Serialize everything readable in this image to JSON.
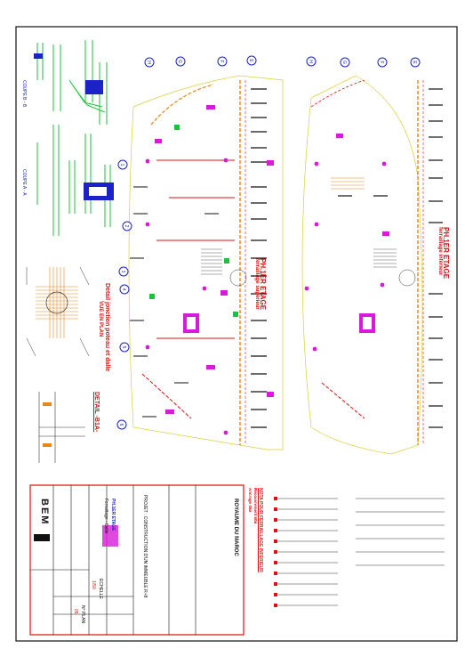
{
  "drawing": {
    "views": [
      {
        "title": "PH.1ER ETAGE",
        "subtitle": "ferraillage supérieur"
      },
      {
        "title": "PH.1ER ETAGE",
        "subtitle": "ferraillage inférieur"
      }
    ],
    "detail_junction": {
      "title": "Detail jonction poteau et dalle",
      "subtitle": "VUE EN PLAN"
    },
    "detail_ref": "DETAIL -B1A-",
    "section_labels": [
      "COUPE B - B",
      "COUPE A - A"
    ],
    "axis_tags": [
      "H",
      "G",
      "F",
      "E",
      "D",
      "C",
      "B",
      "A",
      "1",
      "2",
      "3",
      "4",
      "5",
      "6",
      "7"
    ],
    "nota_title": "NOTA POUR FERRAILLAGE INFERIEUR",
    "nota_lines": [
      "Recouvrement 60ø",
      "Ancrage 45ø"
    ]
  },
  "title_block": {
    "country": "ROYAUME DU MAROC",
    "project": "PROJET : CONSTRUCTION D'UN IMMEUBLE R+8",
    "phase": "PH.1ER ETAGE",
    "drawing_type": "Ferraillage - Dalle",
    "company": "BEM",
    "scale_label": "ECHELLE",
    "scale_value": "1/50",
    "plan_no_label": "N° PLAN",
    "plan_no": "05"
  },
  "colors": {
    "frame": "#111111",
    "red": "#e01010",
    "green": "#18c43a",
    "magenta": "#d81bd8",
    "blue": "#1a22c8",
    "orange": "#e8861a",
    "yellow": "#d8cf3a"
  }
}
